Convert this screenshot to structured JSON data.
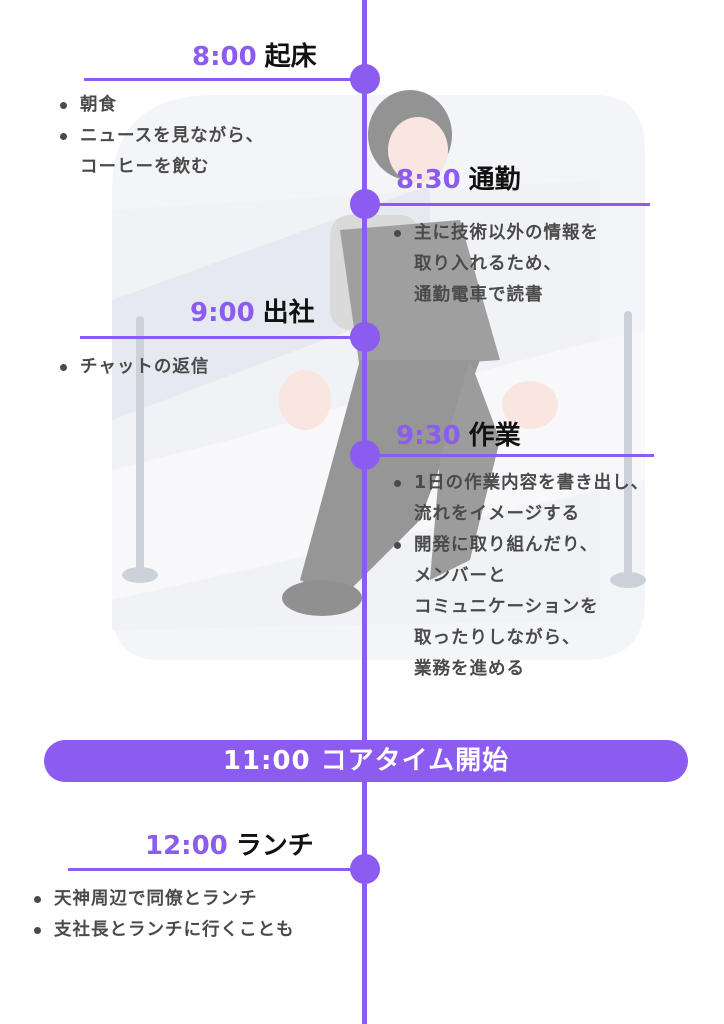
{
  "colors": {
    "accent": "#8c5cf0",
    "heading": "#111111",
    "body_text": "#4a4a4a",
    "pill_text": "#ffffff"
  },
  "illustration": {
    "icon": "walking-person-stairs-icon"
  },
  "timeline": [
    {
      "time": "8:00",
      "title": "起床",
      "items": [
        "朝食",
        "ニュースを見ながら、\nコーヒーを飲む"
      ]
    },
    {
      "time": "8:30",
      "title": "通勤",
      "items": [
        "主に技術以外の情報を\n取り入れるため、\n通勤電車で読書"
      ]
    },
    {
      "time": "9:00",
      "title": "出社",
      "items": [
        "チャットの返信"
      ]
    },
    {
      "time": "9:30",
      "title": "作業",
      "items": [
        "1日の作業内容を書き出し、\n流れをイメージする",
        "開発に取り組んだり、\nメンバーと\nコミュニケーションを\n取ったりしながら、\n業務を進める"
      ]
    },
    {
      "time": "12:00",
      "title": "ランチ",
      "items": [
        "天神周辺で同僚とランチ",
        "支社長とランチに行くことも"
      ]
    }
  ],
  "core_time": {
    "label": "11:00 コアタイム開始"
  }
}
